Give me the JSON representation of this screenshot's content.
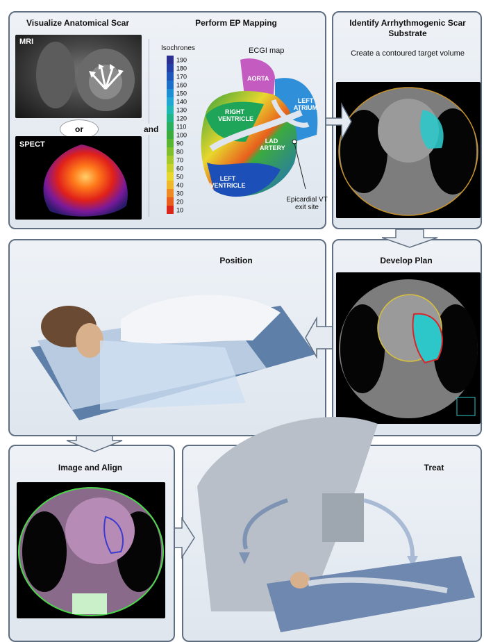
{
  "panels": {
    "visualize": {
      "title": "Visualize Anatomical Scar",
      "mri_label": "MRI",
      "or_label": "or",
      "spect_label": "SPECT"
    },
    "mapping": {
      "title": "Perform EP Mapping",
      "and_label": "and",
      "isochrones_label": "Isochrones",
      "scale_values": [
        "190",
        "180",
        "170",
        "160",
        "150",
        "140",
        "130",
        "120",
        "110",
        "100",
        "90",
        "80",
        "70",
        "60",
        "50",
        "40",
        "30",
        "20",
        "10"
      ],
      "map_title": "ECGI map",
      "aorta": "AORTA",
      "left_atrium": "LEFT ATRIUM",
      "right_ventricle": "RIGHT VENTRICLE",
      "lad_artery": "LAD ARTERY",
      "left_ventricle": "LEFT VENTRICLE",
      "exit_site": "Epicardial VT exit site"
    },
    "identify": {
      "title": "Identify Arrhythmogenic Scar Substrate",
      "subtitle": "Create a contoured target volume"
    },
    "position": {
      "title": "Position"
    },
    "develop": {
      "title": "Develop Plan"
    },
    "image_align": {
      "title": "Image and Align"
    },
    "treat": {
      "title": "Treat"
    }
  },
  "colors": {
    "panel_border": "#5f6e80",
    "scar_target": "#2ec7c9",
    "scale": [
      "#2b2f8f",
      "#233fa5",
      "#1e55b8",
      "#1c6fc7",
      "#1c8ed1",
      "#22a6d3",
      "#21b8b4",
      "#22b58a",
      "#2bae5e",
      "#3cab3e",
      "#58b432",
      "#7fbf2e",
      "#a6c92c",
      "#c9d12d",
      "#e8d72e",
      "#f0b72a",
      "#ee8a23",
      "#e85f1d",
      "#d9251a"
    ]
  }
}
